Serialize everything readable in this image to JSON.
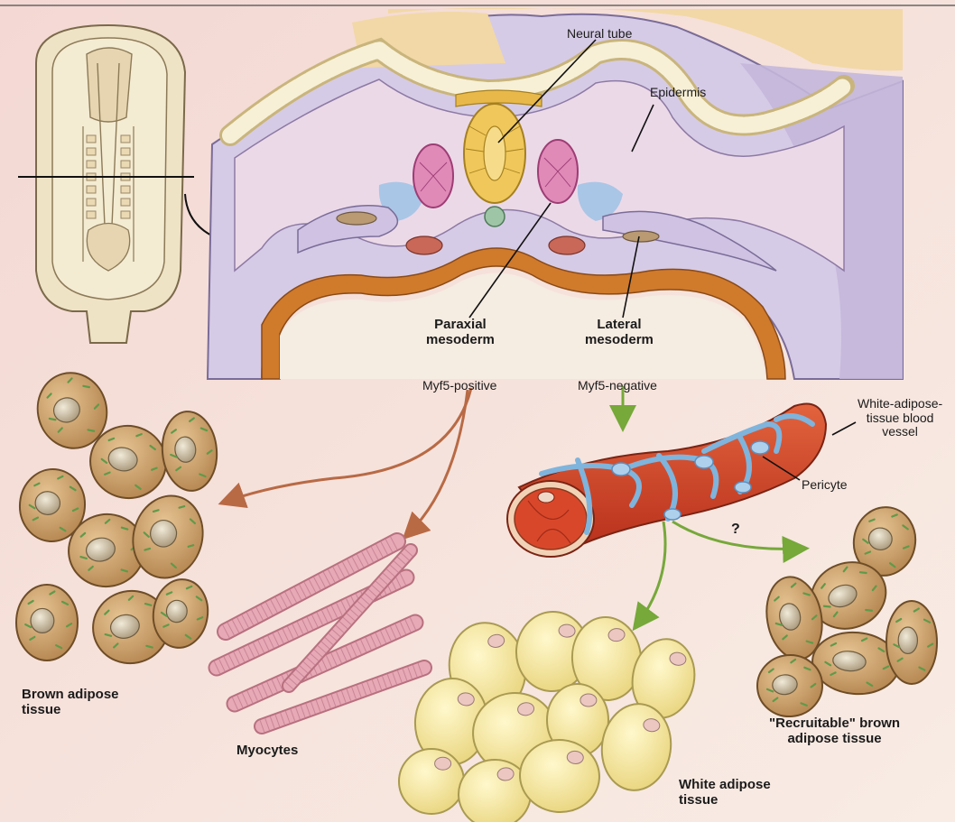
{
  "labels": {
    "neural_tube": "Neural tube",
    "epidermis": "Epidermis",
    "paraxial_mesoderm": "Paraxial\nmesoderm",
    "lateral_mesoderm": "Lateral\nmesoderm",
    "myf5_positive": "Myf5-positive",
    "myf5_negative": "Myf5-negative",
    "wat_blood_vessel": "White-adipose-\ntissue blood\nvessel",
    "pericyte": "Pericyte",
    "question_mark": "?",
    "brown_adipose_tissue": "Brown adipose\ntissue",
    "myocytes": "Myocytes",
    "white_adipose_tissue": "White adipose\ntissue",
    "recruitable_brown": "\"Recruitable\" brown\nadipose tissue"
  },
  "colors": {
    "background": "#f6e4de",
    "arrow_myf5_positive": "#b86a45",
    "arrow_myf5_negative": "#76a83a",
    "brown_adipocyte": "#cfa56e",
    "white_adipocyte": "#f6eca8",
    "vessel": "#d9472a",
    "pericyte": "#7fb4dc",
    "myocyte": "#d99aa6"
  }
}
